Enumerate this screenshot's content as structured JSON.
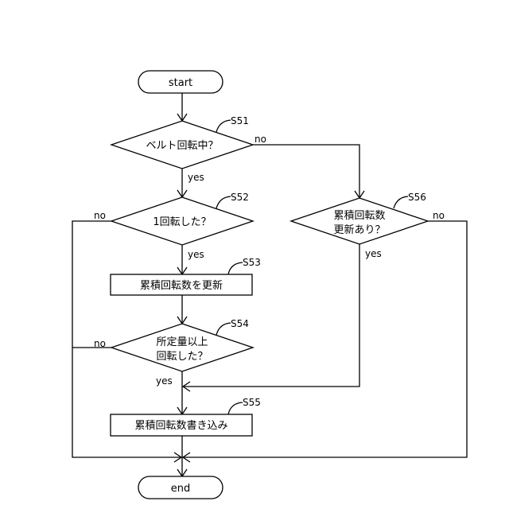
{
  "nodes": {
    "start": "start",
    "s51": "ベルト回転中？",
    "s52": "1回転した？",
    "s53": "累積回転数を更新",
    "s54_line1": "所定量以上",
    "s54_line2": "回転した？",
    "s55": "累積回転数書き込み",
    "s56_line1": "累積回転数",
    "s56_line2": "更新あり？",
    "end": "end"
  },
  "step_labels": {
    "s51": "S51",
    "s52": "S52",
    "s53": "S53",
    "s54": "S54",
    "s55": "S55",
    "s56": "S56"
  },
  "branch_labels": {
    "s51_yes": "yes",
    "s51_no": "no",
    "s52_yes": "yes",
    "s52_no": "no",
    "s54_yes": "yes",
    "s54_no": "no",
    "s56_yes": "yes",
    "s56_no": "no"
  }
}
